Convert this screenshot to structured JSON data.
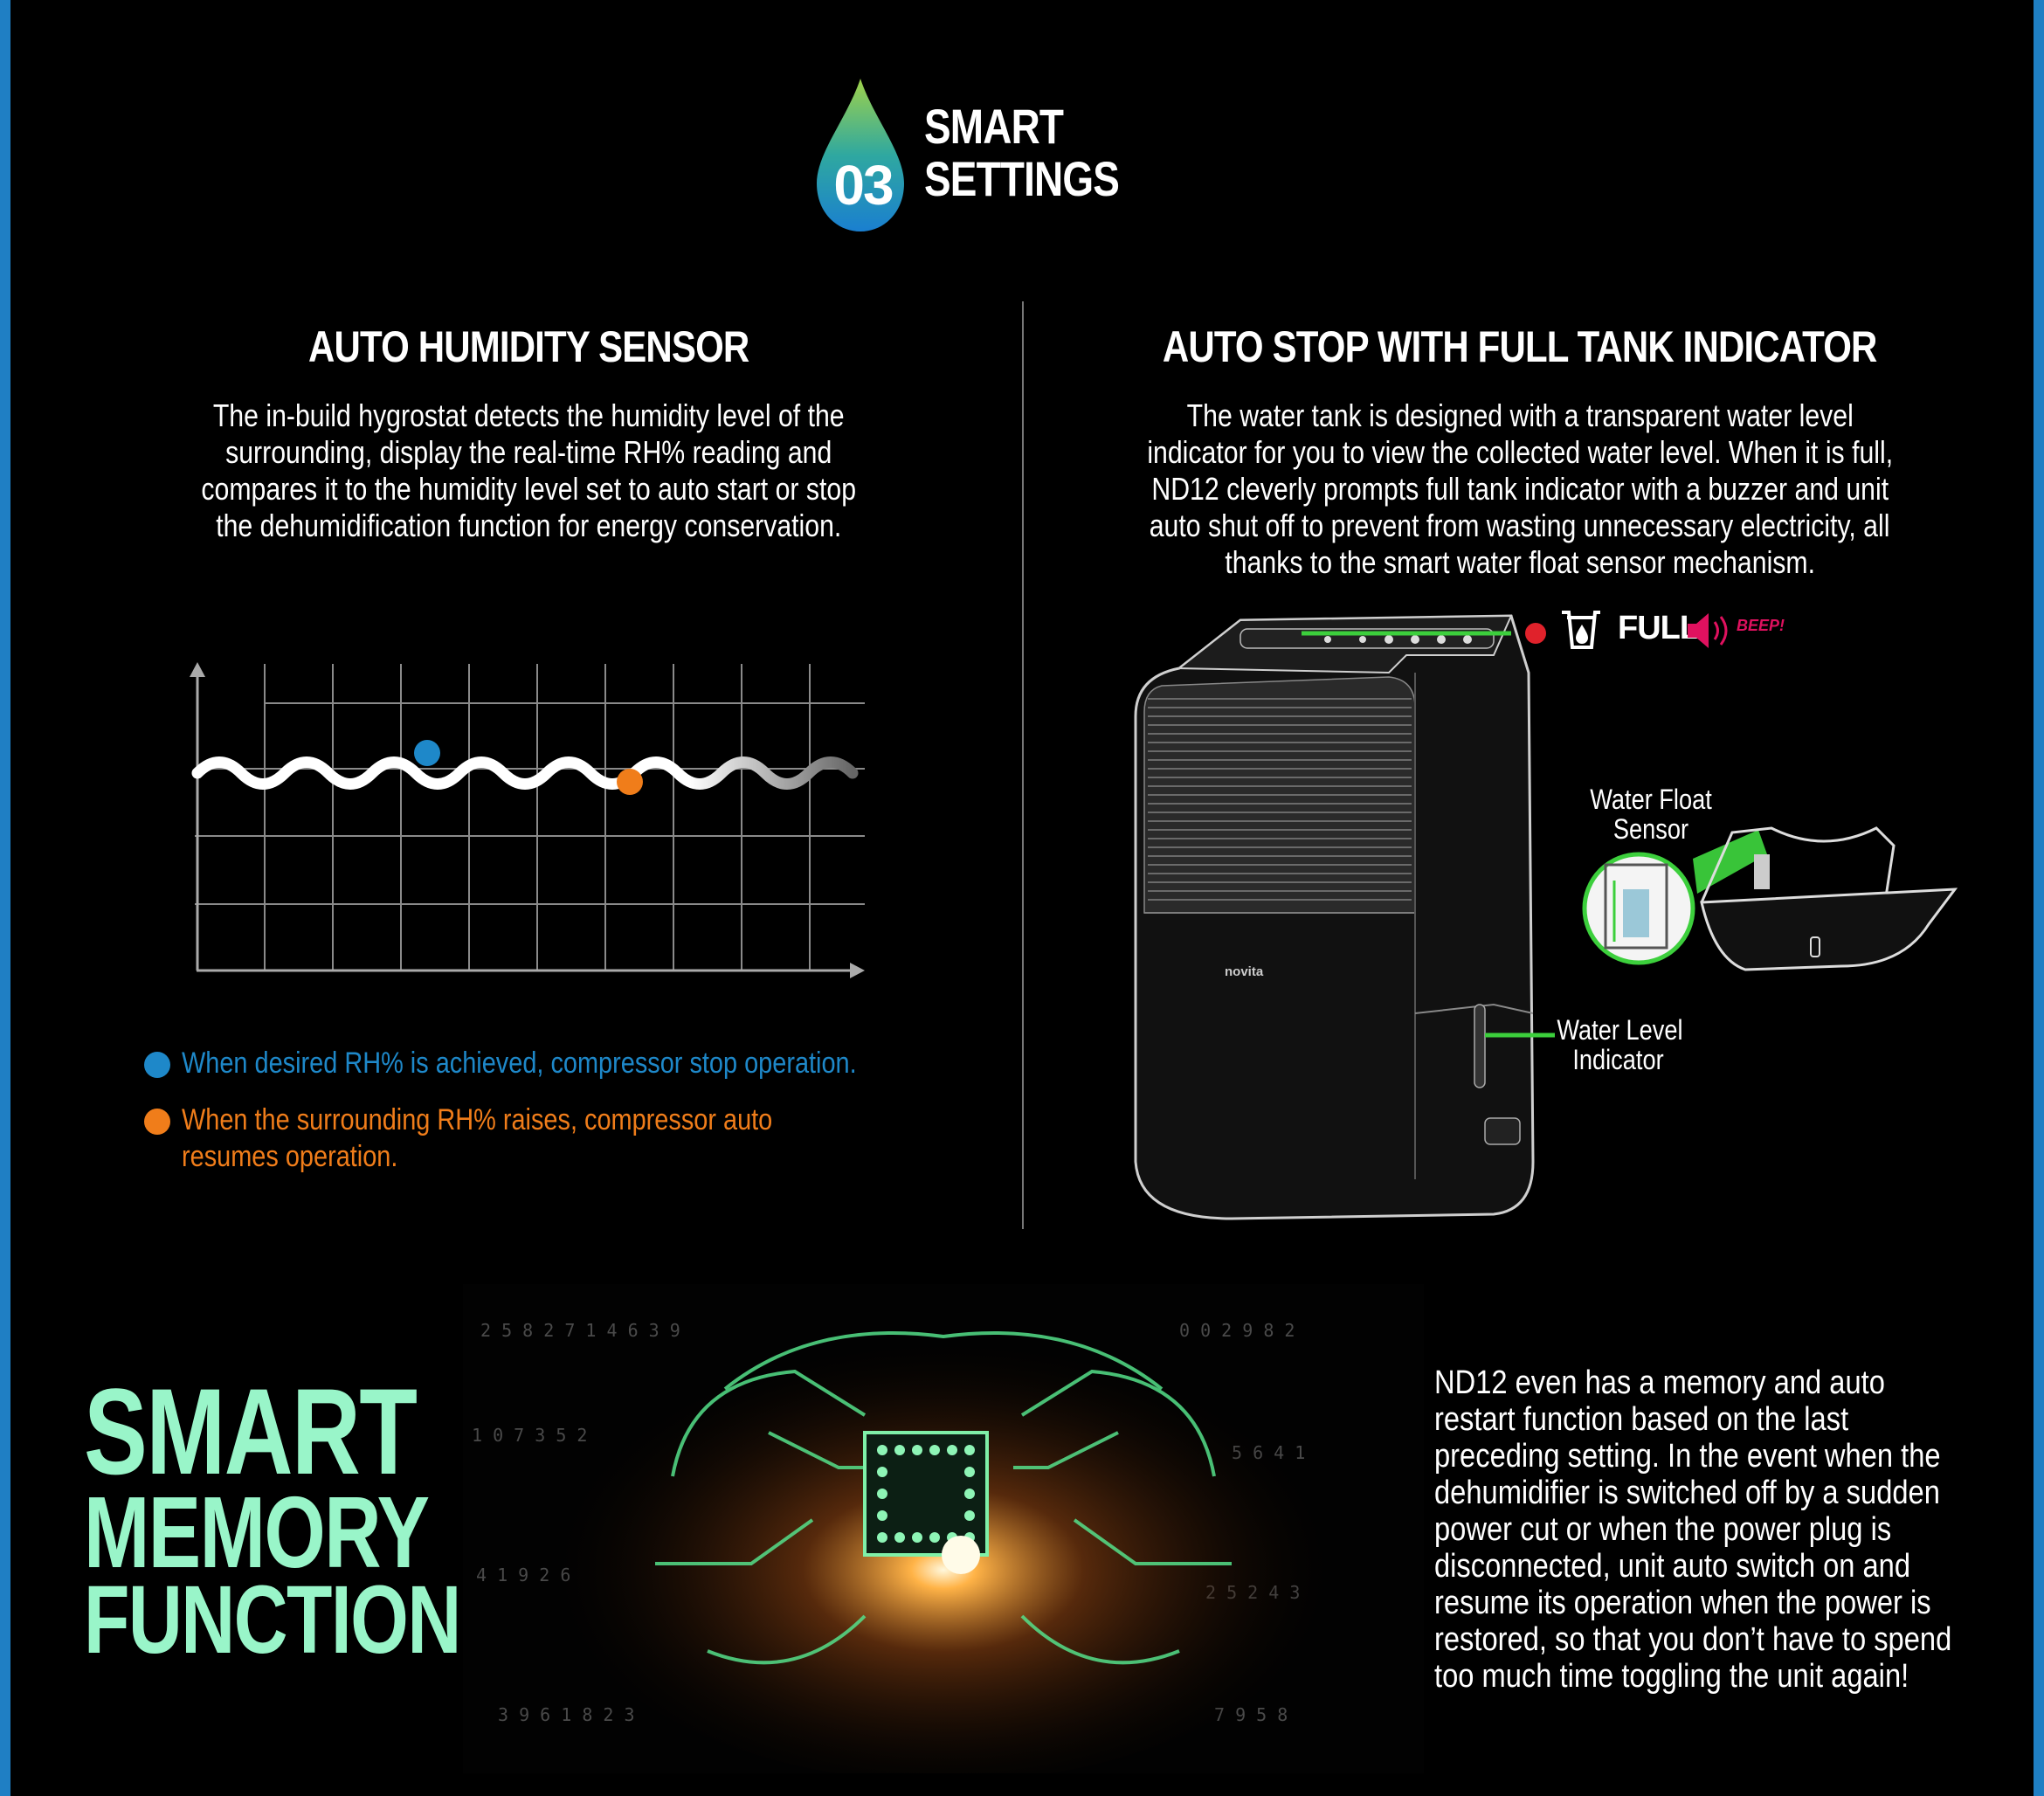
{
  "header": {
    "number": "03",
    "title_line1": "SMART",
    "title_line2": "SETTINGS"
  },
  "left_section": {
    "title": "AUTO HUMIDITY SENSOR",
    "body_lines": [
      "The in-build hygrostat detects the humidity level of the",
      "surrounding, display the real-time RH% reading and",
      "compares it to the humidity level set to auto start or stop",
      "the dehumidification function for energy conservation."
    ],
    "legend": [
      {
        "text_lines": [
          "When desired RH% is achieved, compressor stop operation."
        ],
        "color": "#1e88c9"
      },
      {
        "text_lines": [
          "When the surrounding RH% raises, compressor auto",
          "resumes operation."
        ],
        "color": "#f07d1a"
      }
    ]
  },
  "right_section": {
    "title": "AUTO STOP WITH FULL TANK INDICATOR",
    "body_lines": [
      "The water tank is designed with a transparent water level",
      "indicator for you to view the collected water level. When it is full,",
      "ND12 cleverly prompts full tank indicator with a buzzer and unit",
      "auto shut off to prevent from wasting unnecessary electricity, all",
      "thanks to the smart water float sensor mechanism."
    ],
    "full_label": "FULL",
    "beep_label": "BEEP!",
    "brand_label": "novita",
    "callouts": {
      "float_sensor": [
        "Water Float",
        "Sensor"
      ],
      "level_indicator": [
        "Water Level",
        "Indicator"
      ]
    },
    "accent_green": "#3ccf3c",
    "alert_red": "#e0115f"
  },
  "memory_section": {
    "title_lines": [
      "SMART",
      "MEMORY",
      "FUNCTION"
    ],
    "title_color": "#99f5c9",
    "body_lines": [
      "ND12 even has a memory and auto",
      "restart function based on the last",
      "preceding setting. In the event when the",
      "dehumidifier is switched off by a sudden",
      "power cut or when the power plug is",
      "disconnected, unit auto switch on and",
      "resume its operation when the power is",
      "restored, so that you don’t have to spend",
      "too much time toggling the unit again!"
    ]
  }
}
